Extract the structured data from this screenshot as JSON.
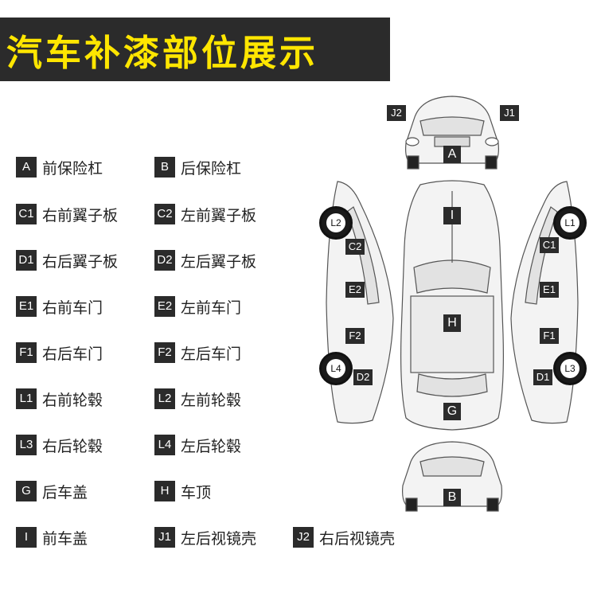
{
  "title": "汽车补漆部位展示",
  "colors": {
    "banner_bg": "#2b2b2b",
    "banner_text": "#ffe600",
    "badge_bg": "#2b2b2b",
    "badge_text": "#ffffff"
  },
  "legend": [
    {
      "code": "A",
      "label": "前保险杠"
    },
    {
      "code": "B",
      "label": "后保险杠"
    },
    {
      "code": "C1",
      "label": "右前翼子板"
    },
    {
      "code": "C2",
      "label": "左前翼子板"
    },
    {
      "code": "D1",
      "label": "右后翼子板"
    },
    {
      "code": "D2",
      "label": "左后翼子板"
    },
    {
      "code": "E1",
      "label": "右前车门"
    },
    {
      "code": "E2",
      "label": "左前车门"
    },
    {
      "code": "F1",
      "label": "右后车门"
    },
    {
      "code": "F2",
      "label": "左后车门"
    },
    {
      "code": "L1",
      "label": "右前轮毂"
    },
    {
      "code": "L2",
      "label": "左前轮毂"
    },
    {
      "code": "L3",
      "label": "右后轮毂"
    },
    {
      "code": "L4",
      "label": "左后轮毂"
    },
    {
      "code": "G",
      "label": "后车盖"
    },
    {
      "code": "H",
      "label": "车顶"
    },
    {
      "code": "I",
      "label": "前车盖"
    },
    {
      "code": "J1",
      "label": "左后视镜壳"
    },
    {
      "code": "J2",
      "label": "右后视镜壳"
    }
  ],
  "diagram_tags": {
    "j2": "J2",
    "j1": "J1",
    "a": "A",
    "b": "B",
    "i": "I",
    "h": "H",
    "g": "G",
    "c2": "C2",
    "e2": "E2",
    "f2": "F2",
    "d2": "D2",
    "c1": "C1",
    "e1": "E1",
    "f1": "F1",
    "d1": "D1",
    "l2": "L2",
    "l4": "L4",
    "l1": "L1",
    "l3": "L3"
  }
}
